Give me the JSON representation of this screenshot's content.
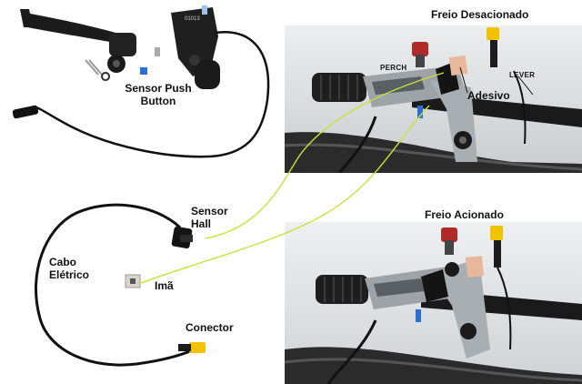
{
  "labels": {
    "sensor_push_button_line1": "Sensor Push",
    "sensor_push_button_line2": "Button",
    "freio_desacionado": "Freio Desacionado",
    "perch": "PERCH",
    "lever": "LEVER",
    "adesivo": "Adesivo",
    "sensor_hall_line1": "Sensor",
    "sensor_hall_line2": "Hall",
    "freio_acionado": "Freio Acionado",
    "cabo_line1": "Cabo",
    "cabo_line2": "Elétrico",
    "ima": "Imã",
    "conector": "Conector",
    "part_number": "01013"
  },
  "colors": {
    "guide_line": "#c8e23a",
    "connector_yellow": "#f2c200",
    "sticker": "#e8b89c",
    "photo_bg": "#d9dde0"
  }
}
